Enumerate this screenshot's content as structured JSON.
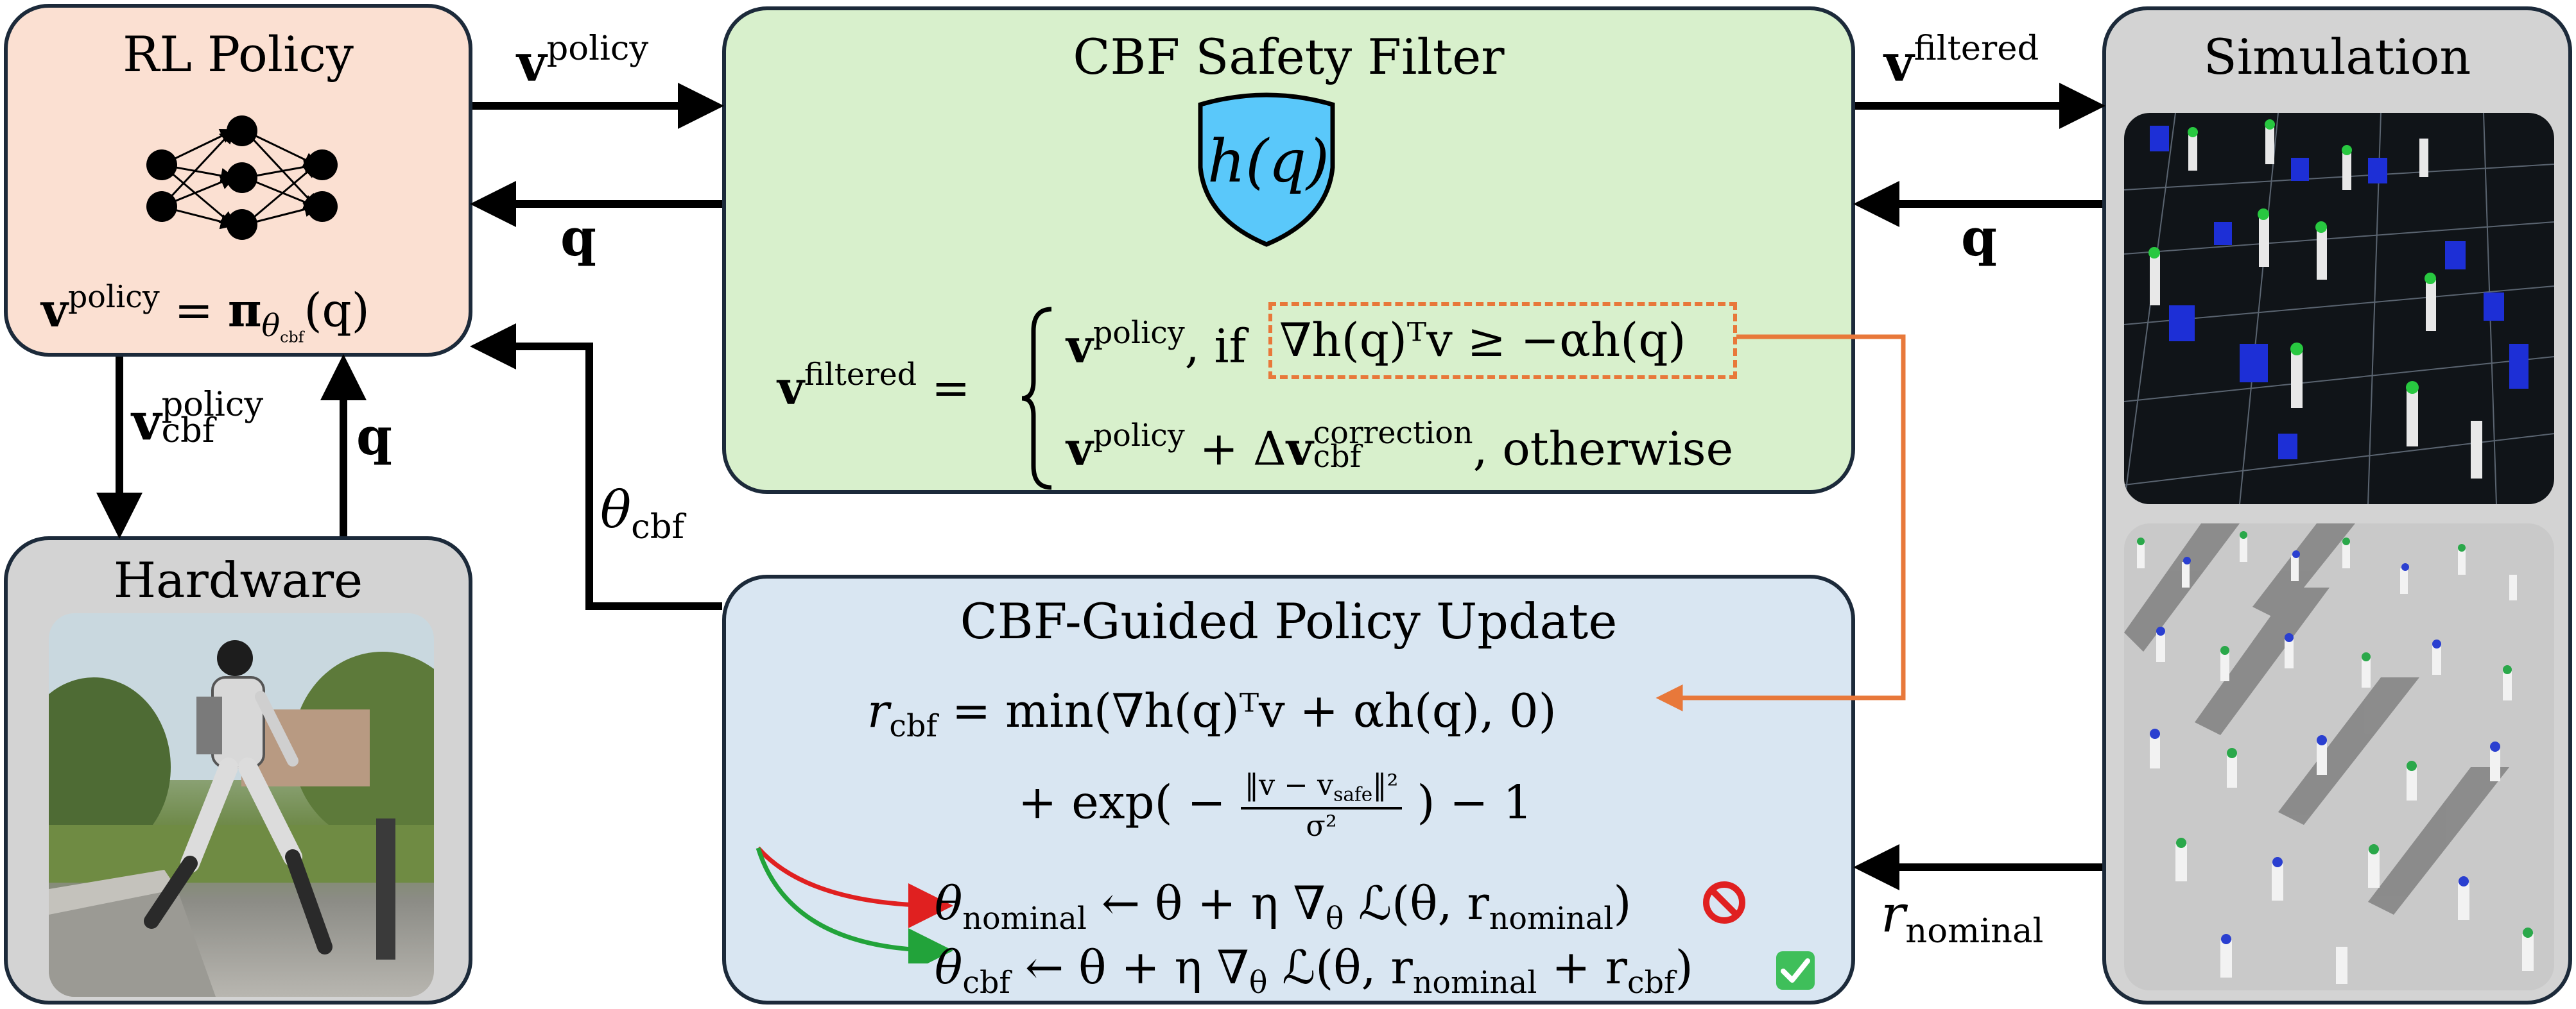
{
  "rl_policy": {
    "title": "RL Policy",
    "eq_v": "v",
    "eq_sup": "policy",
    "eq_mid": " = ",
    "eq_pi": "π",
    "eq_theta": "θ",
    "eq_sub": "cbf",
    "eq_args": "(q)"
  },
  "hardware": {
    "title": "Hardware"
  },
  "simulation": {
    "title": "Simulation"
  },
  "cbf_filter": {
    "title": "CBF Safety Filter",
    "shield": "h(q)",
    "lhs_v": "v",
    "lhs_sup": "filtered",
    "eq": " =",
    "case1_v": "v",
    "case1_sup": "policy",
    "case1_if": ", if ",
    "cond": "∇h(q)ᵀv ≥ −αh(q)",
    "case2_v": "v",
    "case2_sup": "policy",
    "case2_plus": " + Δ",
    "case2_dv": "v",
    "case2_sup2": "correction",
    "case2_sub2": "cbf",
    "case2_tail": ", otherwise"
  },
  "policy_update": {
    "title": "CBF-Guided Policy Update",
    "r_sym": "r",
    "r_sub": "cbf",
    "line1": " = min(∇h(q)ᵀv + αh(q), 0)",
    "line2_pre": "+ exp( − ",
    "frac_num": "‖v − v",
    "frac_num_sub": "safe",
    "frac_num_post": "‖²",
    "frac_den": "σ²",
    "line2_post": " ) − 1",
    "nominal_lhs": "θ",
    "nominal_lhs_sub": "nominal",
    "nominal_rhs": " ← θ + η ∇",
    "nominal_rhs2": " ℒ(θ, r",
    "nominal_rhs_sub": "nominal",
    "nominal_rhs_end": ")",
    "cbf_lhs": "θ",
    "cbf_lhs_sub": "cbf",
    "cbf_rhs": " ← θ + η ∇",
    "cbf_rhs2": " ℒ(θ, r",
    "cbf_rhs_sub": "nominal",
    "cbf_rhs_mid": " + r",
    "cbf_rhs_sub2": "cbf",
    "cbf_rhs_end": ")",
    "theta_sub": "θ"
  },
  "arrows": {
    "v_policy_v": "v",
    "v_policy_sup": "policy",
    "q_top": "q",
    "v_filtered_v": "v",
    "v_filtered_sup": "filtered",
    "q_right": "q",
    "v_cbf_v": "v",
    "v_cbf_sup": "policy",
    "v_cbf_sub": "cbf",
    "q_left": "q",
    "theta": "θ",
    "theta_sub": "cbf",
    "r_nominal": "r",
    "r_nominal_sub": "nominal"
  },
  "colors": {
    "orange": "#e8783a",
    "red": "#e02020",
    "green": "#22a33a",
    "shield": "#5ac8fa",
    "dark": "#1c2a3a"
  },
  "icons": {
    "forbidden": "no-entry-icon",
    "check": "check-mark-icon"
  }
}
